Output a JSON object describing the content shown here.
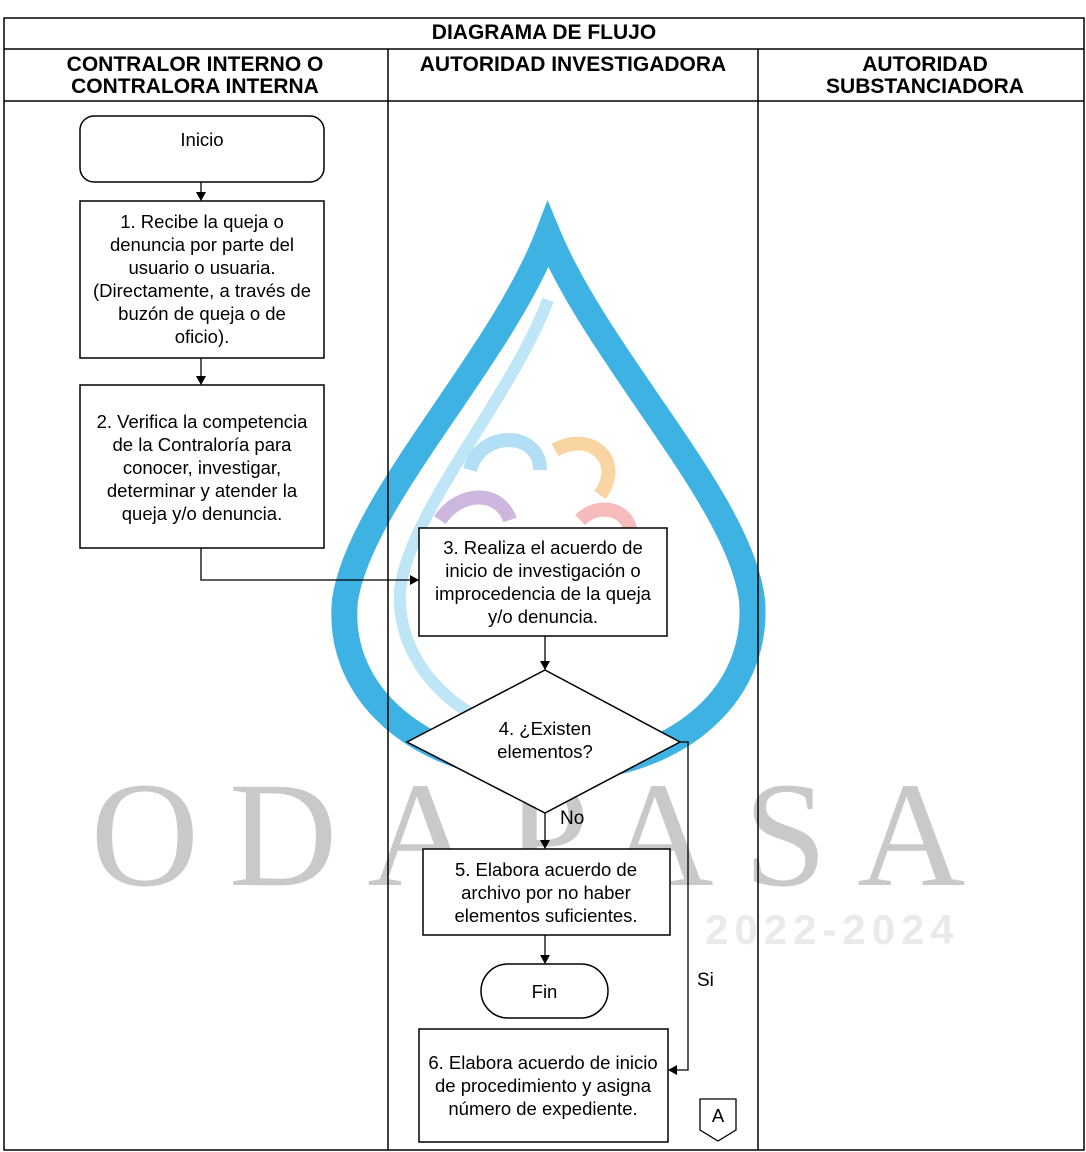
{
  "title": "DIAGRAMA DE FLUJO",
  "lanes": [
    {
      "label": "CONTRALOR INTERNO O CONTRALORA INTERNA"
    },
    {
      "label": "AUTORIDAD INVESTIGADORA"
    },
    {
      "label": "AUTORIDAD SUBSTANCIADORA"
    }
  ],
  "nodes": {
    "start": "Inicio",
    "step1": "1. Recibe la queja o denuncia por parte del usuario o usuaria. (Directamente, a través de buzón de queja o de oficio).",
    "step2": "2. Verifica la competencia de la Contraloría para conocer, investigar, determinar y atender la queja y/o denuncia.",
    "step3": "3. Realiza el acuerdo de inicio de investigación o improcedencia de la queja y/o denuncia.",
    "decision4": "4. ¿Existen elementos?",
    "step5": "5. Elabora acuerdo de archivo por no haber elementos suficientes.",
    "end": "Fin",
    "step6": "6. Elabora acuerdo de inicio de procedimiento y asigna número de expediente.",
    "connector": "A"
  },
  "edge_labels": {
    "no": "No",
    "yes": "Si"
  },
  "watermark": {
    "text": "ODAPASA",
    "years": "2022-2024",
    "colors": {
      "drop": "#29a8e0",
      "text": "#c9c9c9"
    }
  }
}
